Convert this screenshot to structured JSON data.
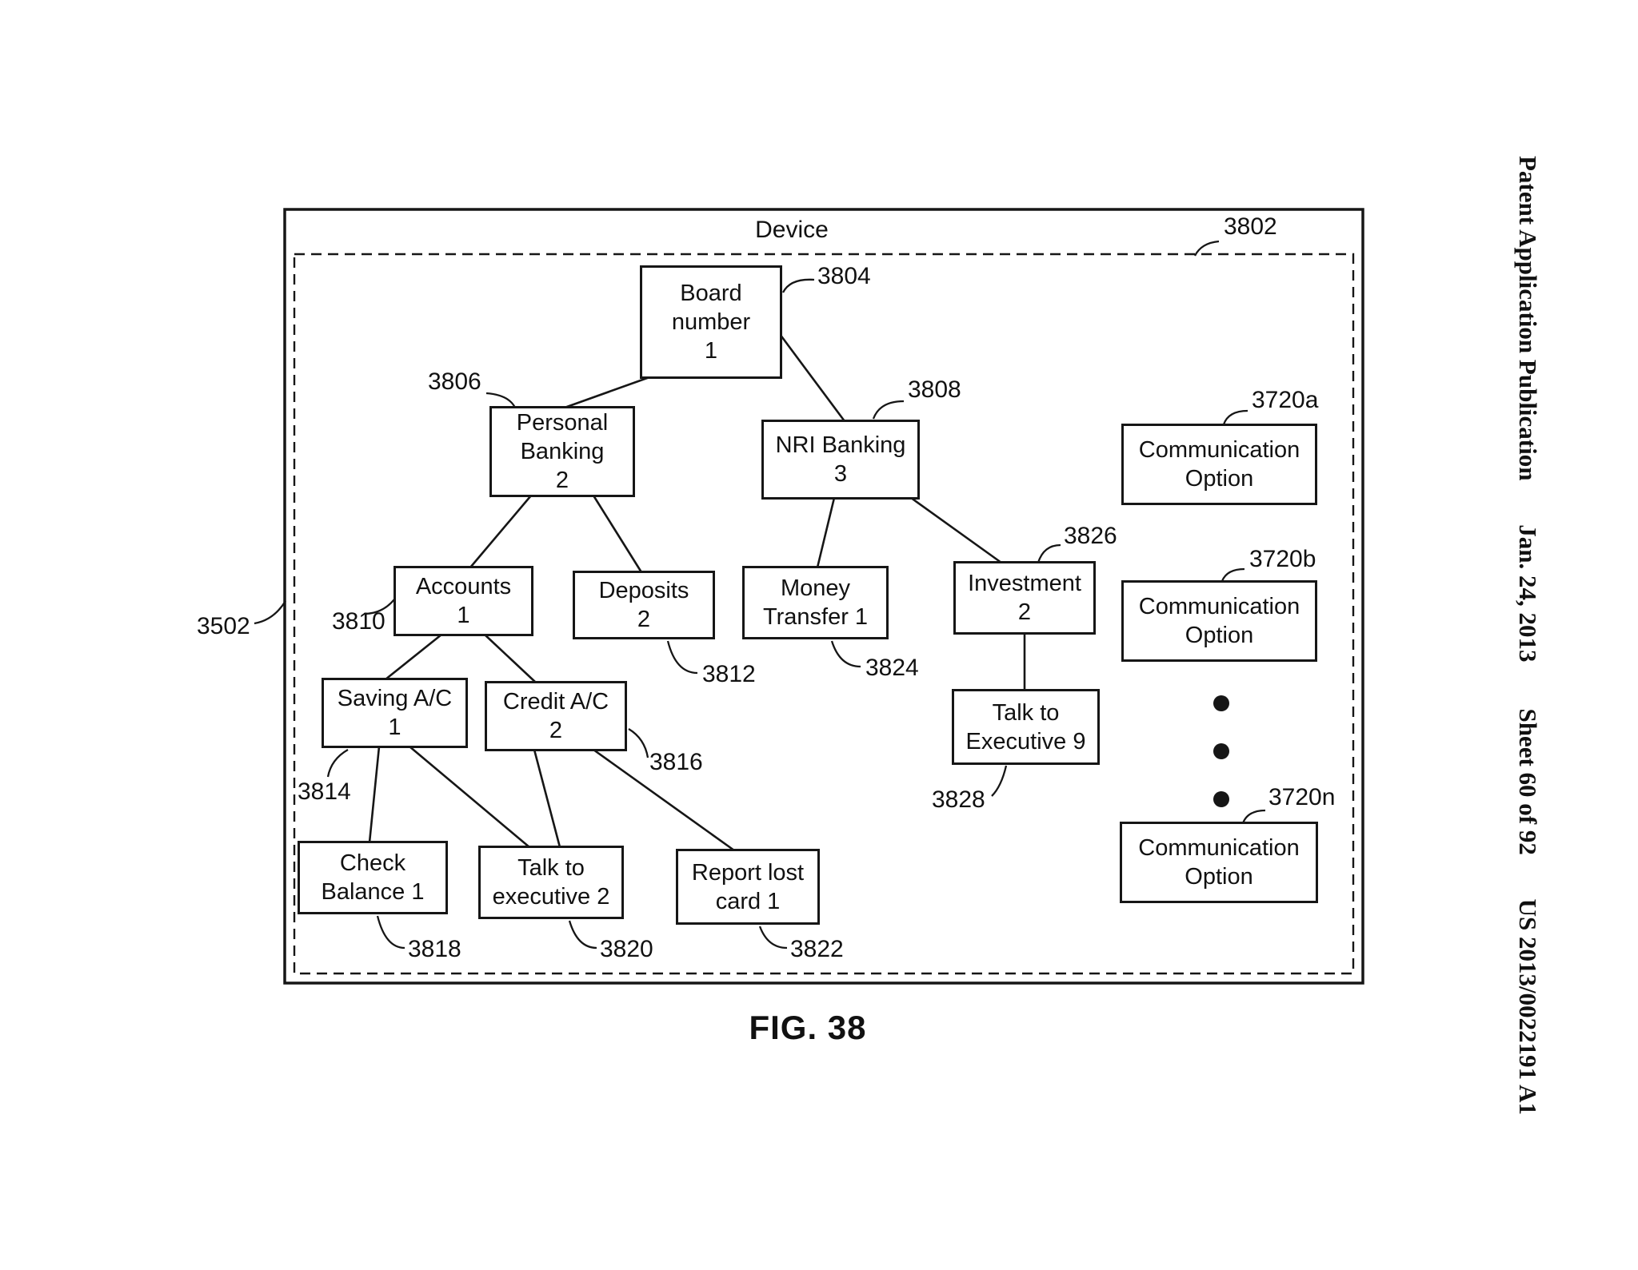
{
  "margin": {
    "publication": "Patent Application Publication",
    "date": "Jan. 24, 2013",
    "sheet": "Sheet 60 of 92",
    "patent_number": "US 2013/0022191 A1"
  },
  "figure": {
    "caption": "FIG. 38",
    "container_label": "Device",
    "container_ref": "3802",
    "outer_ref": "3502"
  },
  "nodes": {
    "board_number": {
      "label": "Board\nnumber\n1",
      "ref": "3804"
    },
    "personal_banking": {
      "label": "Personal\nBanking\n2",
      "ref": "3806"
    },
    "nri_banking": {
      "label": "NRI Banking\n3",
      "ref": "3808"
    },
    "accounts": {
      "label": "Accounts\n1",
      "ref": "3810"
    },
    "deposits": {
      "label": "Deposits\n2",
      "ref": "3812"
    },
    "money_transfer": {
      "label": "Money\nTransfer 1",
      "ref": "3824"
    },
    "investment": {
      "label": "Investment\n2",
      "ref": "3826"
    },
    "saving_ac": {
      "label": "Saving A/C\n1",
      "ref": "3814"
    },
    "credit_ac": {
      "label": "Credit A/C\n2",
      "ref": "3816"
    },
    "talk_to_executive_9": {
      "label": "Talk to\nExecutive 9",
      "ref": "3828"
    },
    "check_balance": {
      "label": "Check\nBalance 1",
      "ref": "3818"
    },
    "talk_to_executive_2": {
      "label": "Talk to\nexecutive 2",
      "ref": "3820"
    },
    "report_lost_card": {
      "label": "Report lost\ncard  1",
      "ref": "3822"
    },
    "communication_option_a": {
      "label": "Communication\nOption",
      "ref": "3720a"
    },
    "communication_option_b": {
      "label": "Communication\nOption",
      "ref": "3720b"
    },
    "communication_option_n": {
      "label": "Communication\nOption",
      "ref": "3720n"
    }
  }
}
